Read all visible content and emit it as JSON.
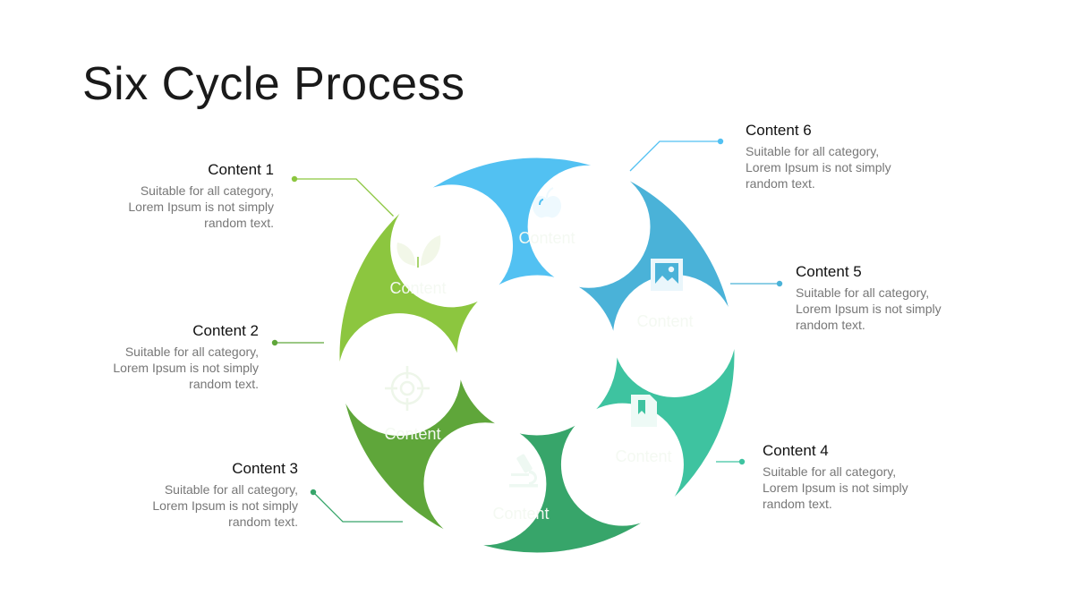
{
  "title": "Six Cycle Process",
  "segment_label": "Content",
  "colors": {
    "seg1": "#8cc63f",
    "seg2": "#5fa63a",
    "seg3": "#37a56a",
    "seg4": "#3ec3a0",
    "seg5": "#4ab2d8",
    "seg6": "#52c1f2"
  },
  "items": [
    {
      "heading": "Content 1",
      "body": "Suitable for all category,\nLorem Ipsum is not simply\nrandom text.",
      "icon": "leaf-icon"
    },
    {
      "heading": "Content 2",
      "body": "Suitable for all category,\nLorem Ipsum is not simply\nrandom text.",
      "icon": "crosshair-icon"
    },
    {
      "heading": "Content 3",
      "body": "Suitable for all category,\nLorem Ipsum is not simply\nrandom text.",
      "icon": "microscope-icon"
    },
    {
      "heading": "Content 4",
      "body": "Suitable for all category,\nLorem Ipsum is not simply\nrandom text.",
      "icon": "document-icon"
    },
    {
      "heading": "Content 5",
      "body": "Suitable for all category,\nLorem Ipsum is not simply\nrandom text.",
      "icon": "image-icon"
    },
    {
      "heading": "Content 6",
      "body": "Suitable for all category,\nLorem Ipsum is not simply\nrandom text.",
      "icon": "apple-icon"
    }
  ]
}
